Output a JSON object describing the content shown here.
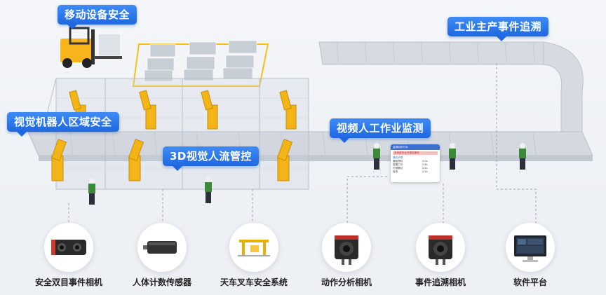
{
  "callouts": {
    "mobile_equipment": "移动设备安全",
    "industrial_traceability": "工业主产事件追溯",
    "vision_robot_zone": "视觉机器人区域安全",
    "video_manual_work": "视频人工作业监测",
    "vision_3d_people_flow": "3D视觉人流管控"
  },
  "devices": [
    {
      "label": "安全双目事件相机",
      "icon": "stereo-camera-icon"
    },
    {
      "label": "人体计数传感器",
      "icon": "people-counter-sensor-icon"
    },
    {
      "label": "天车叉车安全系统",
      "icon": "crane-forklift-system-icon"
    },
    {
      "label": "动作分析相机",
      "icon": "action-analysis-camera-icon"
    },
    {
      "label": "事件追溯相机",
      "icon": "event-trace-camera-icon"
    },
    {
      "label": "软件平台",
      "icon": "software-platform-monitor-icon"
    }
  ],
  "panel": {
    "title": "监测动作行为",
    "alert": "未完成作业不规范操作",
    "subtitle": "操作步骤",
    "rows": [
      {
        "name": "搬取物料",
        "time": "3.0s"
      },
      {
        "name": "放置工件",
        "time": "2.8s"
      },
      {
        "name": "拧紧螺丝",
        "time": "3.4s"
      },
      {
        "name": "检查",
        "time": "2.5s"
      }
    ]
  },
  "colors": {
    "callout_blue": "#2a78ec",
    "robot_yellow": "#f2b417",
    "forklift_yellow": "#f7b51b",
    "conveyor": "#d4d9e0",
    "worker_vest": "#3a8a3a"
  }
}
